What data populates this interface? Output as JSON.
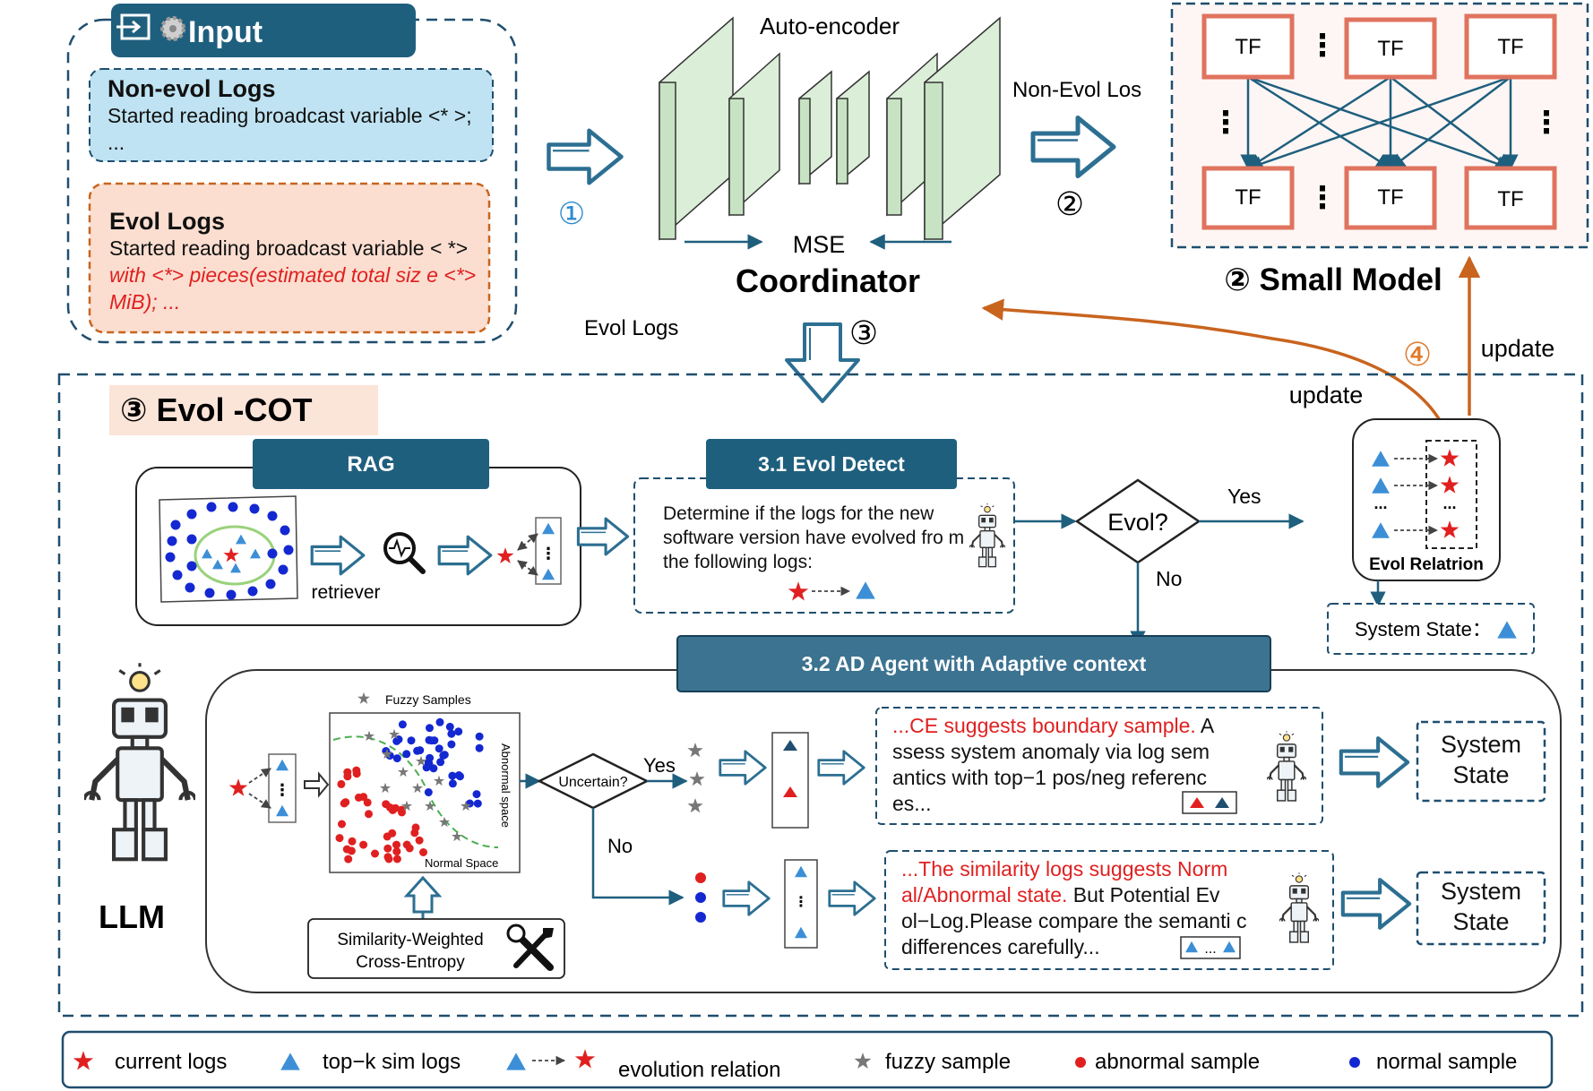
{
  "input": {
    "title": "Input",
    "nonevol_title": "Non-evol Logs",
    "nonevol_text": "Started reading broadcast variable <* >; ...",
    "evol_title": "Evol Logs",
    "evol_text_black": "Started reading broadcast variable < *>",
    "evol_text_red": " with <*> pieces(estimated total siz e <*> MiB); ..."
  },
  "coordinator": {
    "autoencoder_label": "Auto-encoder",
    "mse_label": "MSE",
    "title": "Coordinator"
  },
  "flow": {
    "step1": "①",
    "step2": "②",
    "step3": "③",
    "step4": "④",
    "nonevol_los": "Non-Evol Los",
    "evol_logs": "Evol Logs",
    "update_top": "update",
    "update_mid": "update"
  },
  "small_model": {
    "title": "② Small Model",
    "tf_label": "TF",
    "ellipsis": "⋮"
  },
  "evol_cot": {
    "title": "③ Evol -COT",
    "rag_title": "RAG",
    "retriever": "retriever",
    "detect_title": "3.1 Evol Detect",
    "detect_text": "Determine if the logs for the new software version have evolved fro m the following logs:",
    "decision": "Evol?",
    "yes": "Yes",
    "no": "No",
    "evol_relation": "Evol Relatrion",
    "system_state": "System State：",
    "ellipsis": "..."
  },
  "agent": {
    "title": "3.2 AD Agent with  Adaptive context",
    "llm": "LLM",
    "fuzzy_samples": "Fuzzy Samples",
    "abnormal_space": "Abnormal space",
    "normal_space": "Normal   Space",
    "uncertain": "Uncertain?",
    "yes": "Yes",
    "no": "No",
    "swce_line1": "Similarity-Weighted",
    "swce_line2": "Cross-Entropy",
    "ce_red": "...CE suggests boundary sample.",
    "ce_black": " A ssess system anomaly via log sem antics with top−1 pos/neg referenc es...",
    "sim_red": "...The similarity logs suggests Norm al/Abnormal state.",
    "sim_black": " But Potential Ev ol−Log.Please compare the semanti c differences carefully...",
    "system_state_1": "System State",
    "system_state_2": "System State"
  },
  "legend": {
    "current_logs": "current logs",
    "topk": "top−k sim logs",
    "evolution_relation": "evolution relation",
    "fuzzy": "fuzzy sample",
    "abnormal": "abnormal sample",
    "normal": "normal sample"
  },
  "colors": {
    "navy": "#1f4e6e",
    "banner": "#1f5f7e",
    "arrow_blue": "#2c6f92",
    "orange": "#c8641e",
    "red": "#e02020",
    "blue_dot": "#1428d2",
    "triangle": "#3c8fd6",
    "green_layer": "#c7e3c3",
    "tf_border": "#e0735e"
  }
}
